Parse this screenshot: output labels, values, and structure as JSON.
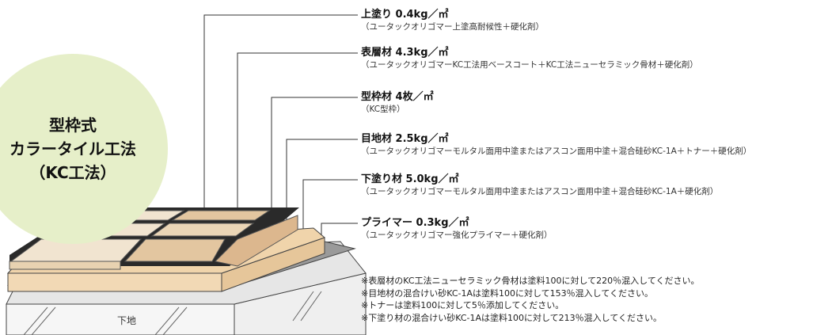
{
  "badge": {
    "line1": "型枠式",
    "line2": "カラータイル工法",
    "line3": "（KC工法）"
  },
  "layers": [
    {
      "title": "上塗り 0.4kg／㎡",
      "sub": "（ユータックオリゴマー上塗高耐候性＋硬化剤）"
    },
    {
      "title": "表層材 4.3kg／㎡",
      "sub": "（ユータックオリゴマーKC工法用ベースコート＋KC工法ニューセラミック骨材＋硬化剤）"
    },
    {
      "title": "型枠材 4枚／㎡",
      "sub": "（KC型枠）"
    },
    {
      "title": "目地材 2.5kg／㎡",
      "sub": "（ユータックオリゴマーモルタル面用中塗またはアスコン面用中塗＋混合硅砂KC-1A＋トナー＋硬化剤）"
    },
    {
      "title": "下塗り材 5.0kg／㎡",
      "sub": "（ユータックオリゴマーモルタル面用中塗またはアスコン面用中塗＋混合硅砂KC-1A＋硬化剤）"
    },
    {
      "title": "プライマー 0.3kg／㎡",
      "sub": "（ユータックオリゴマー強化プライマー＋硬化剤）"
    }
  ],
  "notes": [
    "※表層材のKC工法ニューセラミック骨材は塗料100に対して220％混入してください。",
    "※目地材の混合けい砂KC-1Aは塗料100に対して153％混入してください。",
    "※トナーは塗料100に対して5％添加してください。",
    "※下塗り材の混合けい砂KC-1Aは塗料100に対して213％混入してください。"
  ],
  "ground_label": "下地",
  "colors": {
    "badge_bg": "#e6efc9",
    "substrate": "#efefef",
    "primer": "#9a9a9a",
    "undercoat": "#f2d9b5",
    "tile_light": "#f1e4d0",
    "tile_dark": "#e3c6a0",
    "joint": "#2a2a2a"
  }
}
